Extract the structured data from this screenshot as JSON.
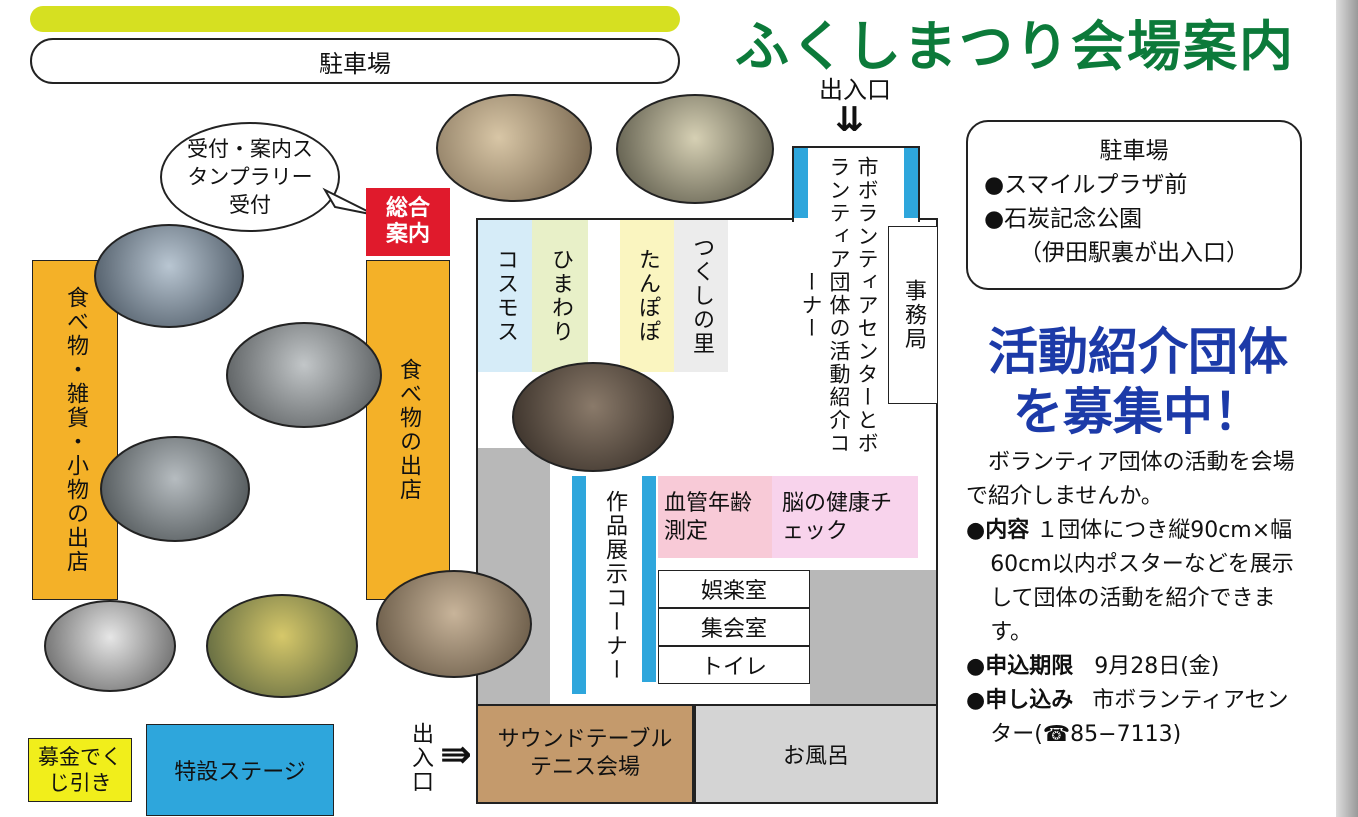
{
  "title": "ふくしまつり会場案内",
  "colors": {
    "title_green": "#0c7a3a",
    "heading_blue": "#1c3aa8",
    "food_orange": "#f4b128",
    "stage_blue": "#2ea6dc",
    "red_box": "#e01a2c",
    "tennis_brown": "#c49a6c",
    "gray": "#b8b8b8",
    "pink": "#f8cad7",
    "light_blue": "#d6ecf8"
  },
  "map": {
    "parking_top": "駐車場",
    "entrance_top": "出入口",
    "entrance_left": "出入口",
    "reception_bubble": "受付・案内スタンプラリー受付",
    "info_box": "総合案内",
    "food_goods": "食べ物・雑貨・小物の出店",
    "food_shop": "食べ物の出店",
    "fundraising": "募金でくじ引き",
    "stage": "特設ステージ",
    "rooms": {
      "cosmos": "コスモス",
      "himawari": "ひまわり",
      "tanpopo": "たんぽぽ",
      "tsukushi": "つくしの里",
      "volunteer": "市ボランティアセンターとボランティア団体の活動紹介コーナー",
      "office": "事務局",
      "exhibition": "作品展示コーナー",
      "blood": "血管年齢測定",
      "brain": "脳の健康チェック",
      "recreation": "娯楽室",
      "meeting": "集会室",
      "toilet": "トイレ",
      "tennis": "サウンドテーブルテニス会場",
      "bath": "お風呂"
    }
  },
  "parking_info": {
    "title": "駐車場",
    "item1": "●スマイルプラザ前",
    "item2": "●石炭記念公園",
    "item3": "（伊田駅裏が出入口）"
  },
  "recruit": {
    "heading1": "活動紹介団体",
    "heading2": "を募集中！",
    "intro": "ボランティア団体の活動を会場で紹介しませんか。",
    "content_label": "●内容",
    "content_text": "１団体につき縦90cm×幅60cm以内ポスターなどを展示して団体の活動を紹介できます。",
    "deadline_label": "●申込期限",
    "deadline_text": "9月28日(金)",
    "apply_label": "●申し込み",
    "apply_text": "市ボランティアセンター(☎85−7113)"
  }
}
